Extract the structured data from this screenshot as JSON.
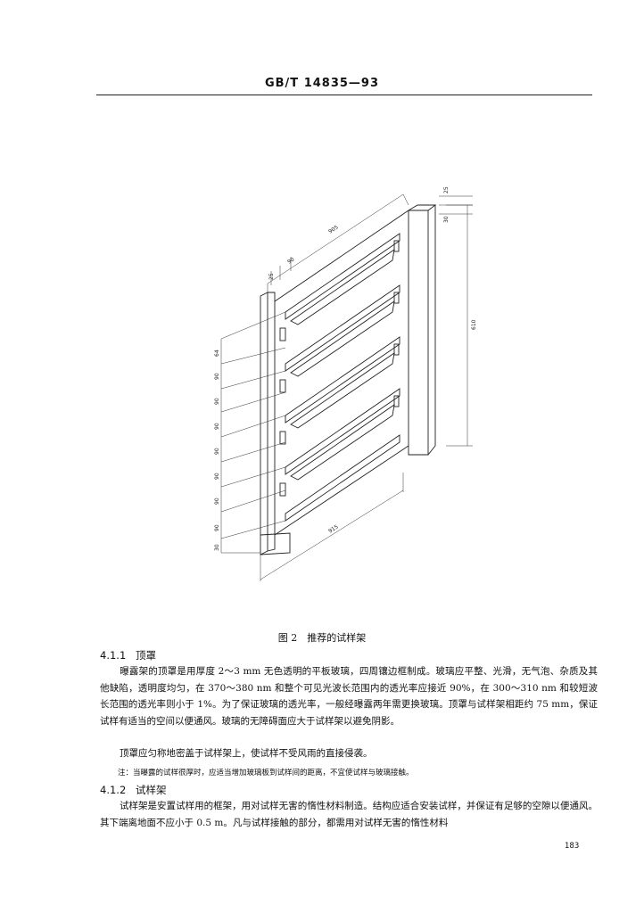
{
  "header": {
    "standard_number": "GB/T 14835—93"
  },
  "figure": {
    "caption": "图 2　推荐的试样架",
    "dimensions": {
      "overall_length": "905",
      "overall_height": "610",
      "base_width": "915",
      "top_offset_a": "25",
      "top_offset_b": "30",
      "top_left_a": "25",
      "top_left_b": "90",
      "left_stack": [
        "64",
        "90",
        "90",
        "90",
        "90",
        "90",
        "90",
        "90",
        "30"
      ]
    }
  },
  "sections": [
    {
      "number": "4.1.1",
      "title": "顶罩",
      "paragraphs": [
        "曝露架的顶罩是用厚度 2～3 mm 无色透明的平板玻璃，四周镶边框制成。玻璃应平整、光滑，无气泡、杂质及其他缺陷，透明度均匀，在 370～380 nm 和整个可见光波长范围内的透光率应接近 90%，在 300～310 nm 和较短波长范围的透光率则小于 1%。为了保证玻璃的透光率，一般经曝露两年需更换玻璃。顶罩与试样架相距约 75 mm，保证试样有适当的空间以便通风。玻璃的无障碍面应大于试样架以避免阴影。",
        "顶罩应匀称地密盖于试样架上，使试样不受风雨的直接侵袭。"
      ],
      "note": "注：当曝露的试样很厚时，应适当增加玻璃板到试样间的距离，不宜使试样与玻璃接触。"
    },
    {
      "number": "4.1.2",
      "title": "试样架",
      "paragraphs": [
        "试样架是安置试样用的框架，用对试样无害的惰性材料制造。结构应适合安装试样，并保证有足够的空隙以便通风。其下端离地面不应小于 0.5 m。凡与试样接触的部分，都需用对试样无害的惰性材料"
      ]
    }
  ],
  "page_number": "183"
}
